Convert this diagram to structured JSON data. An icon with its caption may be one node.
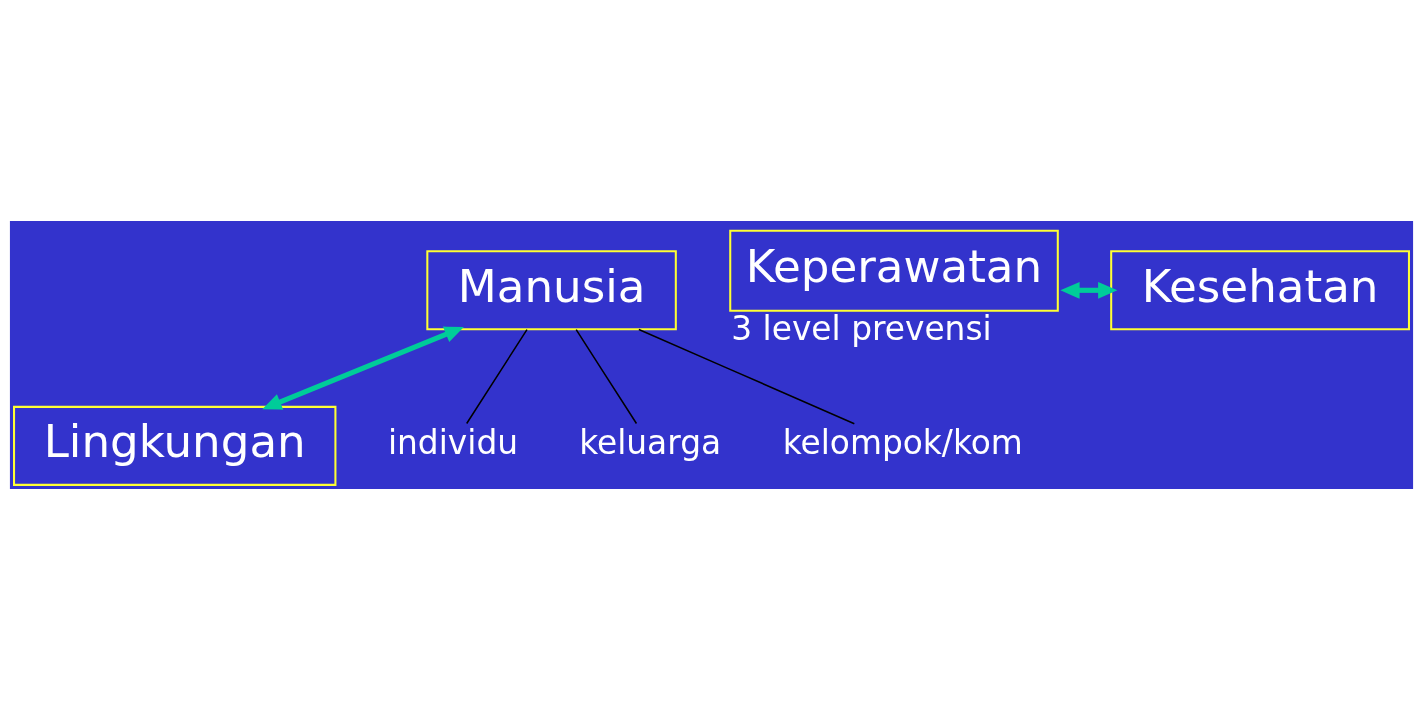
{
  "diagram": {
    "nodes": [
      {
        "text": [
          "Manusia"
        ]
      },
      {
        "text": [
          "Keperawatan"
        ],
        "beside": [
          "3 level prevensi"
        ]
      },
      {
        "text": [
          "Kesehatan"
        ]
      },
      {
        "text": [
          "Lingkungan"
        ]
      },
      {
        "text": [
          "individu"
        ]
      },
      {
        "text": [
          "keluarga"
        ]
      },
      {
        "text": [
          "kelompok/kom"
        ]
      }
    ],
    "edges": [
      {
        "from": 0,
        "to": 3,
        "arrow": "both",
        "style": "thick",
        "color": "#00cc99"
      },
      {
        "from": 1,
        "to": 2,
        "arrow": "both",
        "style": "thick",
        "color": "#00cc99"
      },
      {
        "from": 0,
        "to": 4,
        "arrow": "none"
      },
      {
        "from": 0,
        "to": 5,
        "arrow": "none"
      },
      {
        "from": 0,
        "to": 6,
        "arrow": "none"
      }
    ]
  }
}
